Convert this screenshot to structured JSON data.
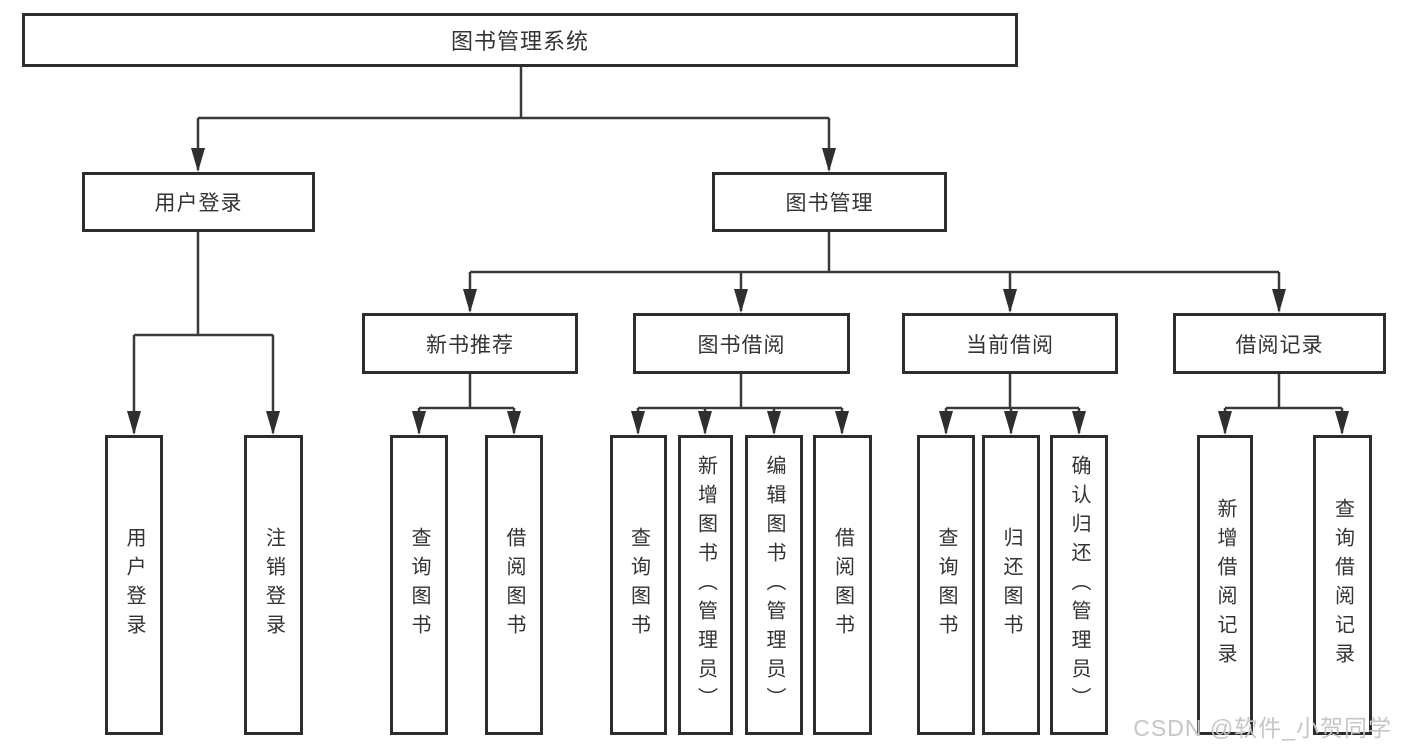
{
  "colors": {
    "line": "#3a3a3a",
    "box_border": "#2d2d2d",
    "text": "#333333",
    "watermark": "#c6c6c6",
    "background": "#ffffff"
  },
  "tree": {
    "root": {
      "label": "图书管理系统"
    },
    "branches": [
      {
        "label": "用户登录",
        "children": [
          {
            "label": "用户登录"
          },
          {
            "label": "注销登录"
          }
        ]
      },
      {
        "label": "图书管理",
        "children": [
          {
            "label": "新书推荐",
            "children": [
              {
                "label": "查询图书"
              },
              {
                "label": "借阅图书"
              }
            ]
          },
          {
            "label": "图书借阅",
            "children": [
              {
                "label": "查询图书"
              },
              {
                "label": "新增图书（管理员）"
              },
              {
                "label": "编辑图书（管理员）"
              },
              {
                "label": "借阅图书"
              }
            ]
          },
          {
            "label": "当前借阅",
            "children": [
              {
                "label": "查询图书"
              },
              {
                "label": "归还图书"
              },
              {
                "label": "确认归还（管理员）"
              }
            ]
          },
          {
            "label": "借阅记录",
            "children": [
              {
                "label": "新增借阅记录"
              },
              {
                "label": "查询借阅记录"
              }
            ]
          }
        ]
      }
    ]
  },
  "watermark": {
    "text": "CSDN @软件_小贺同学"
  }
}
